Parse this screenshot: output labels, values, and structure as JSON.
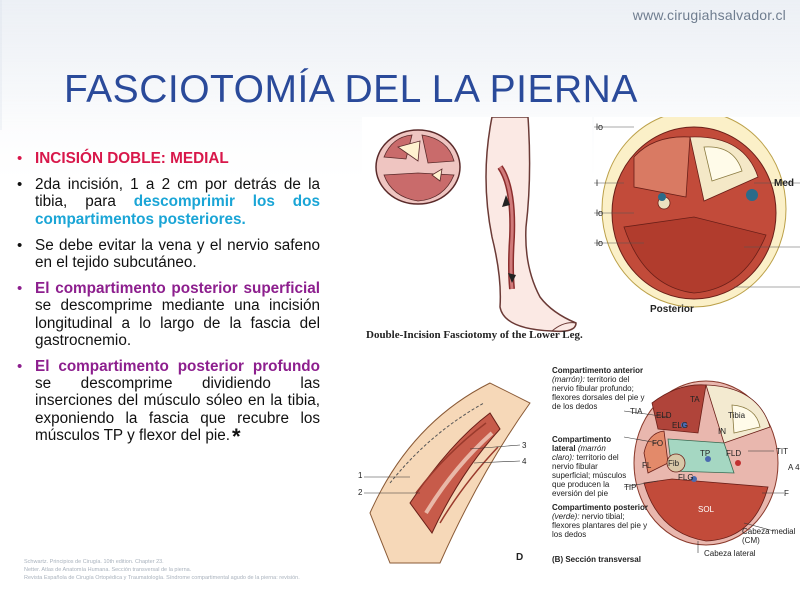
{
  "header": {
    "site_url": "www.cirugiahsalvador.cl",
    "title": "FASCIOTOMÍA DEL LA PIERNA"
  },
  "bullets": {
    "b1": "INCISIÓN DOBLE: MEDIAL",
    "b2_a": "2da incisión, 1 a 2 cm por detrás de la tibia, para ",
    "b2_b": "descomprimir los dos compartimentos posteriores.",
    "b3": "Se debe evitar la vena y el nervio safeno en el tejido subcutáneo.",
    "b4_a": "El compartimento posterior superficial",
    "b4_b": " se descomprime mediante una incisión longitudinal a lo largo de la fascia del gastrocnemio.",
    "b5_a": "El compartimento posterior profundo",
    "b5_b": " se descomprime dividiendo las inserciones del músculo sóleo en la tibia, exponiendo la fascia que recubre los músculos TP y flexor del pie.",
    "star": "*"
  },
  "figure_top": {
    "caption": "Double-Incision Fasciotomy of the Lower Leg.",
    "labels": {
      "posterior": "Posterior",
      "medial": "Med",
      "l1": "lo",
      "l2": "l",
      "l3": "lo",
      "l4": "lo"
    }
  },
  "figure_bottom": {
    "panel_letter": "D",
    "numbers": [
      "1",
      "2",
      "3",
      "4"
    ],
    "comp_anterior_title": "Compartimento anterior",
    "comp_anterior_color": "(marrón):",
    "comp_anterior_text": "territorio del nervio fibular profundo; flexores dorsales del pie y de los dedos",
    "comp_lateral_title": "Compartimento lateral",
    "comp_lateral_color": "(marrón claro):",
    "comp_lateral_text": "territorio del nervio fibular superficial; músculos que producen la eversión del pie",
    "comp_posterior_title": "Compartimento posterior",
    "comp_posterior_color": "(verde):",
    "comp_posterior_text": "nervio tibial; flexores plantares del pie y los dedos",
    "section_title": "(B) Sección transversal",
    "muscles": {
      "ta": "TA",
      "eld": "ELD",
      "elg": "ELG",
      "tibia": "Tibia",
      "in": "IN",
      "tia": "TIA",
      "fo": "FO",
      "tp": "TP",
      "fld": "FLD",
      "tit": "TIT",
      "fl": "FL",
      "fib": "Fib",
      "flg": "FLG",
      "tip": "TIP",
      "f": "F",
      "sol": "SOL",
      "gm": "Cabeza medial (CM)",
      "gl": "Cabeza lateral",
      "a4": "A 4"
    }
  },
  "references": [
    "Schwartz. Principios de Cirugía. 10th edition. Chapter 23.",
    "Netter. Atlas de Anatomía Humana. Sección transversal de la pierna.",
    "Revista Española de Cirugía Ortopédica y Traumatología. Síndrome compartimental agudo de la pierna: revisión."
  ],
  "colors": {
    "title": "#2a4a9a",
    "red": "#d8174a",
    "purple": "#8d1f8e",
    "cyan": "#1aa5d6"
  }
}
